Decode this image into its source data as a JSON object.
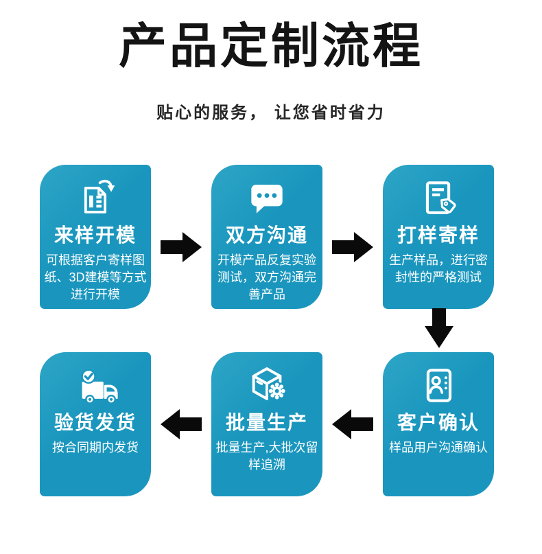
{
  "header": {
    "title": "产品定制流程",
    "subtitle": "贴心的服务， 让您省时省力"
  },
  "colors": {
    "card_teal": "#1a96be",
    "card_teal_light": "#2da5c6",
    "arrow_black": "#0a0a0a",
    "card_text": "#ffffff",
    "heading_text": "#141414"
  },
  "steps": [
    {
      "icon": "document-remold-icon",
      "title": "来样开模",
      "desc": "可根据客户寄样图纸、3D建模等方式进行开模"
    },
    {
      "icon": "chat-bubble-icon",
      "title": "双方沟通",
      "desc": "开模产品反复实验测试，双方沟通完善产品"
    },
    {
      "icon": "document-tag-icon",
      "title": "打样寄样",
      "desc": "生产样品，进行密封性的严格测试"
    },
    {
      "icon": "customer-id-icon",
      "title": "客户确认",
      "desc": "样品用户沟通确认"
    },
    {
      "icon": "box-gear-icon",
      "title": "批量生产",
      "desc": "批量生产,大批次留样追溯"
    },
    {
      "icon": "truck-check-icon",
      "title": "验货发货",
      "desc": "按合同期内发货"
    }
  ],
  "flow": {
    "top_row_direction": "left-to-right",
    "bottom_row_direction": "right-to-left"
  }
}
